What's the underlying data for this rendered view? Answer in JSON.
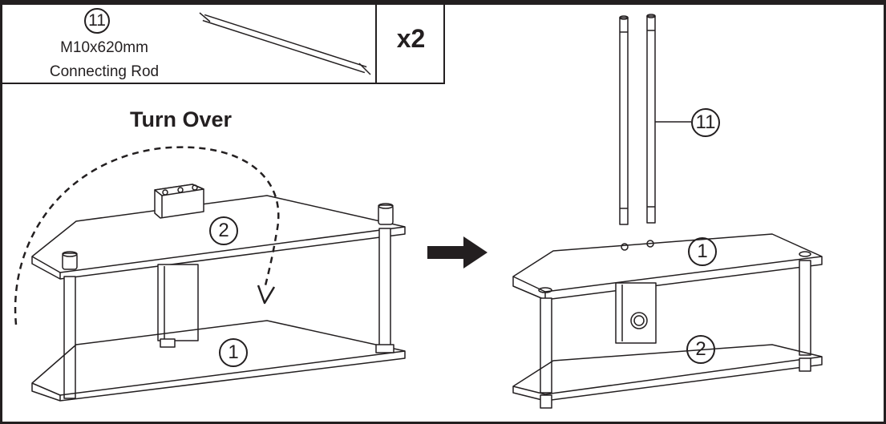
{
  "part": {
    "number": "11",
    "spec": "M10x620mm",
    "name": "Connecting Rod",
    "quantity": "x2"
  },
  "left_panel": {
    "instruction": "Turn Over",
    "shelf_top_label": "2",
    "shelf_bottom_label": "1"
  },
  "right_panel": {
    "rod_callout": "11",
    "shelf_top_label": "1",
    "shelf_bottom_label": "2"
  },
  "colors": {
    "line": "#231f20",
    "arrow": "#231f20"
  }
}
